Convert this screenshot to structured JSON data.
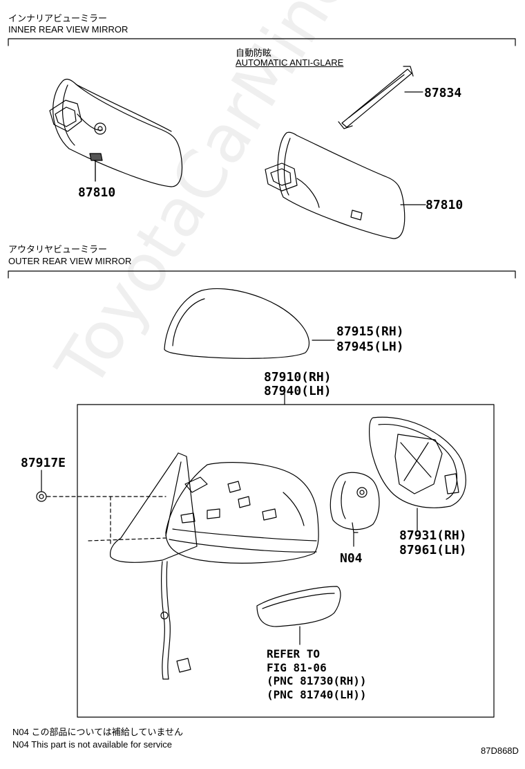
{
  "sections": {
    "inner": {
      "title_jp": "インナリアビューミラー",
      "title_en": "INNER REAR VIEW MIRROR"
    },
    "outer": {
      "title_jp": "アウタリヤビューミラー",
      "title_en": "OUTER REAR VIEW MIRROR"
    }
  },
  "sub_labels": {
    "anti_glare_jp": "自動防眩",
    "anti_glare_en": "AUTOMATIC ANTI-GLARE"
  },
  "parts": {
    "p87810_left": "87810",
    "p87834": "87834",
    "p87810_right": "87810",
    "p87915": "87915(RH)",
    "p87945": "87945(LH)",
    "p87910": "87910(RH)",
    "p87940": "87940(LH)",
    "p87917e": "87917E",
    "n04": "N04",
    "p87931": "87931(RH)",
    "p87961": "87961(LH)"
  },
  "reference": {
    "line1": "REFER TO",
    "line2": "FIG 81-06",
    "line3": "(PNC 81730(RH))",
    "line4": "(PNC 81740(LH))"
  },
  "notes": {
    "jp": "N04 この部品については補給していません",
    "en": "N04 This part is not available for service"
  },
  "figure_code": "87D868D",
  "watermark": "ToyotaCarMine.ru"
}
